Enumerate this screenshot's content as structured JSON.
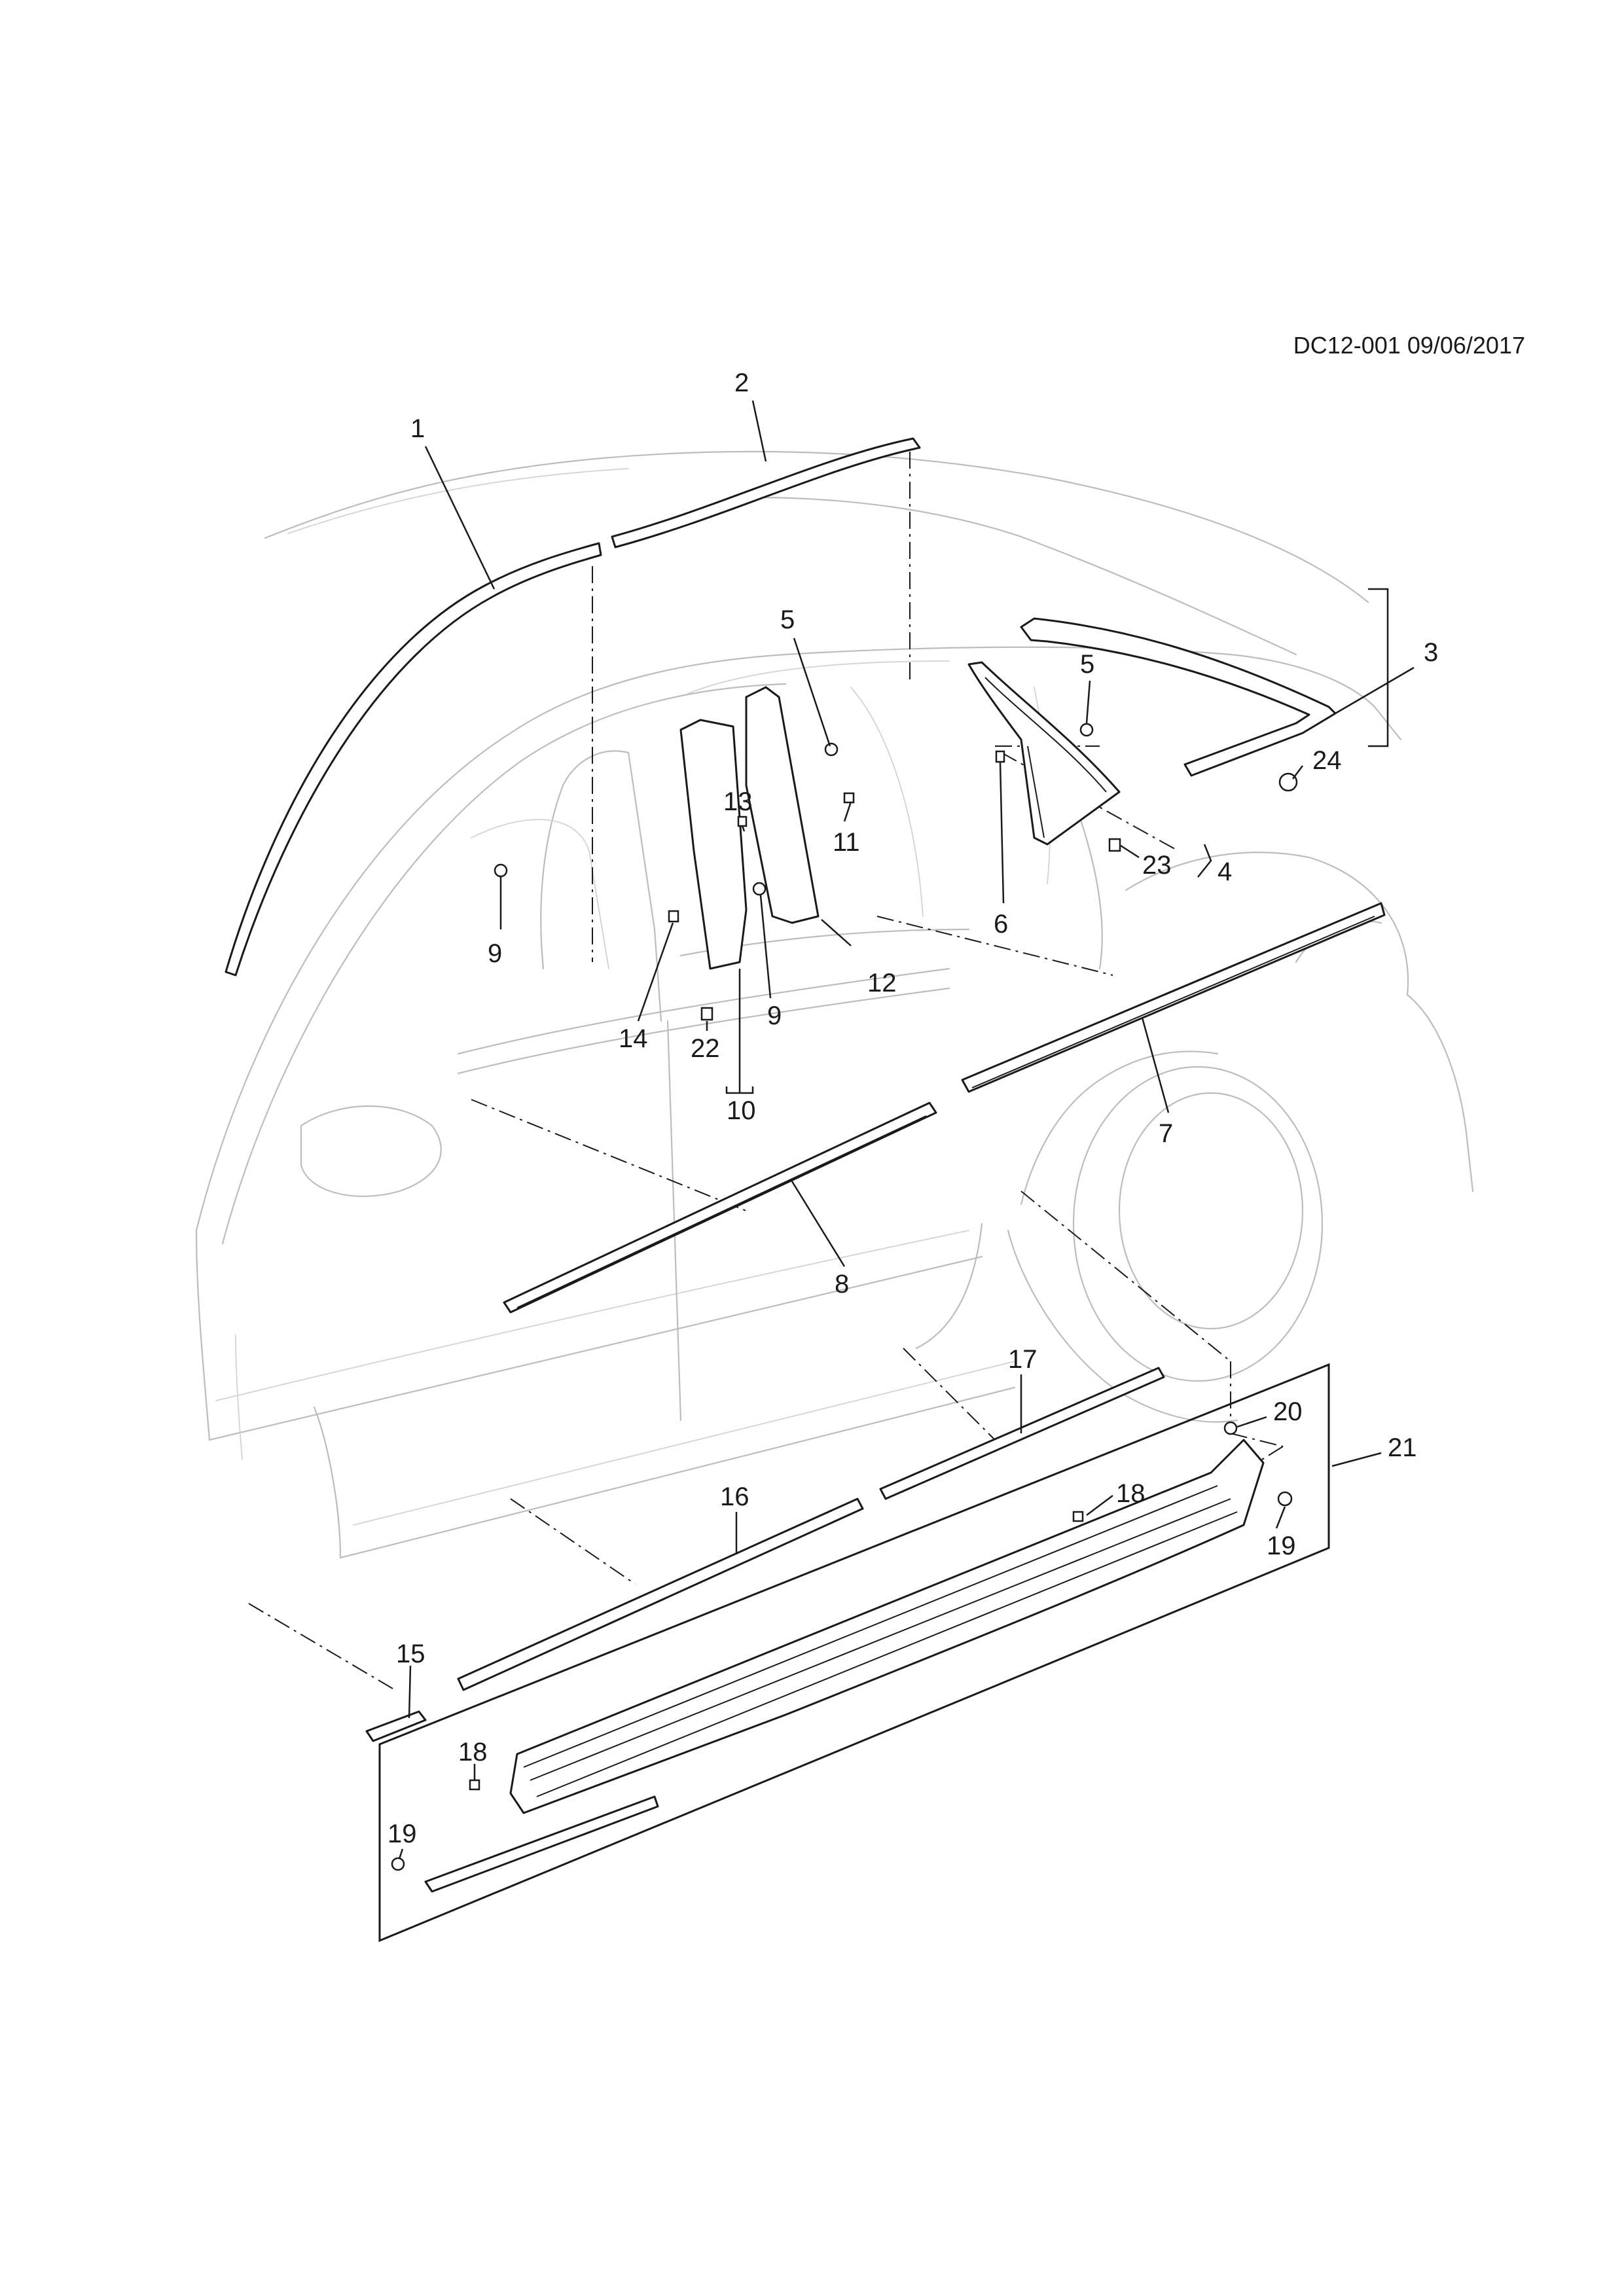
{
  "drawing_code": "DC12-001 09/06/2017",
  "callouts": [
    "1",
    "2",
    "3",
    "4",
    "5",
    "5",
    "6",
    "7",
    "8",
    "9",
    "9",
    "10",
    "11",
    "12",
    "13",
    "14",
    "15",
    "16",
    "17",
    "18",
    "18",
    "19",
    "19",
    "20",
    "21",
    "22",
    "23",
    "24"
  ]
}
